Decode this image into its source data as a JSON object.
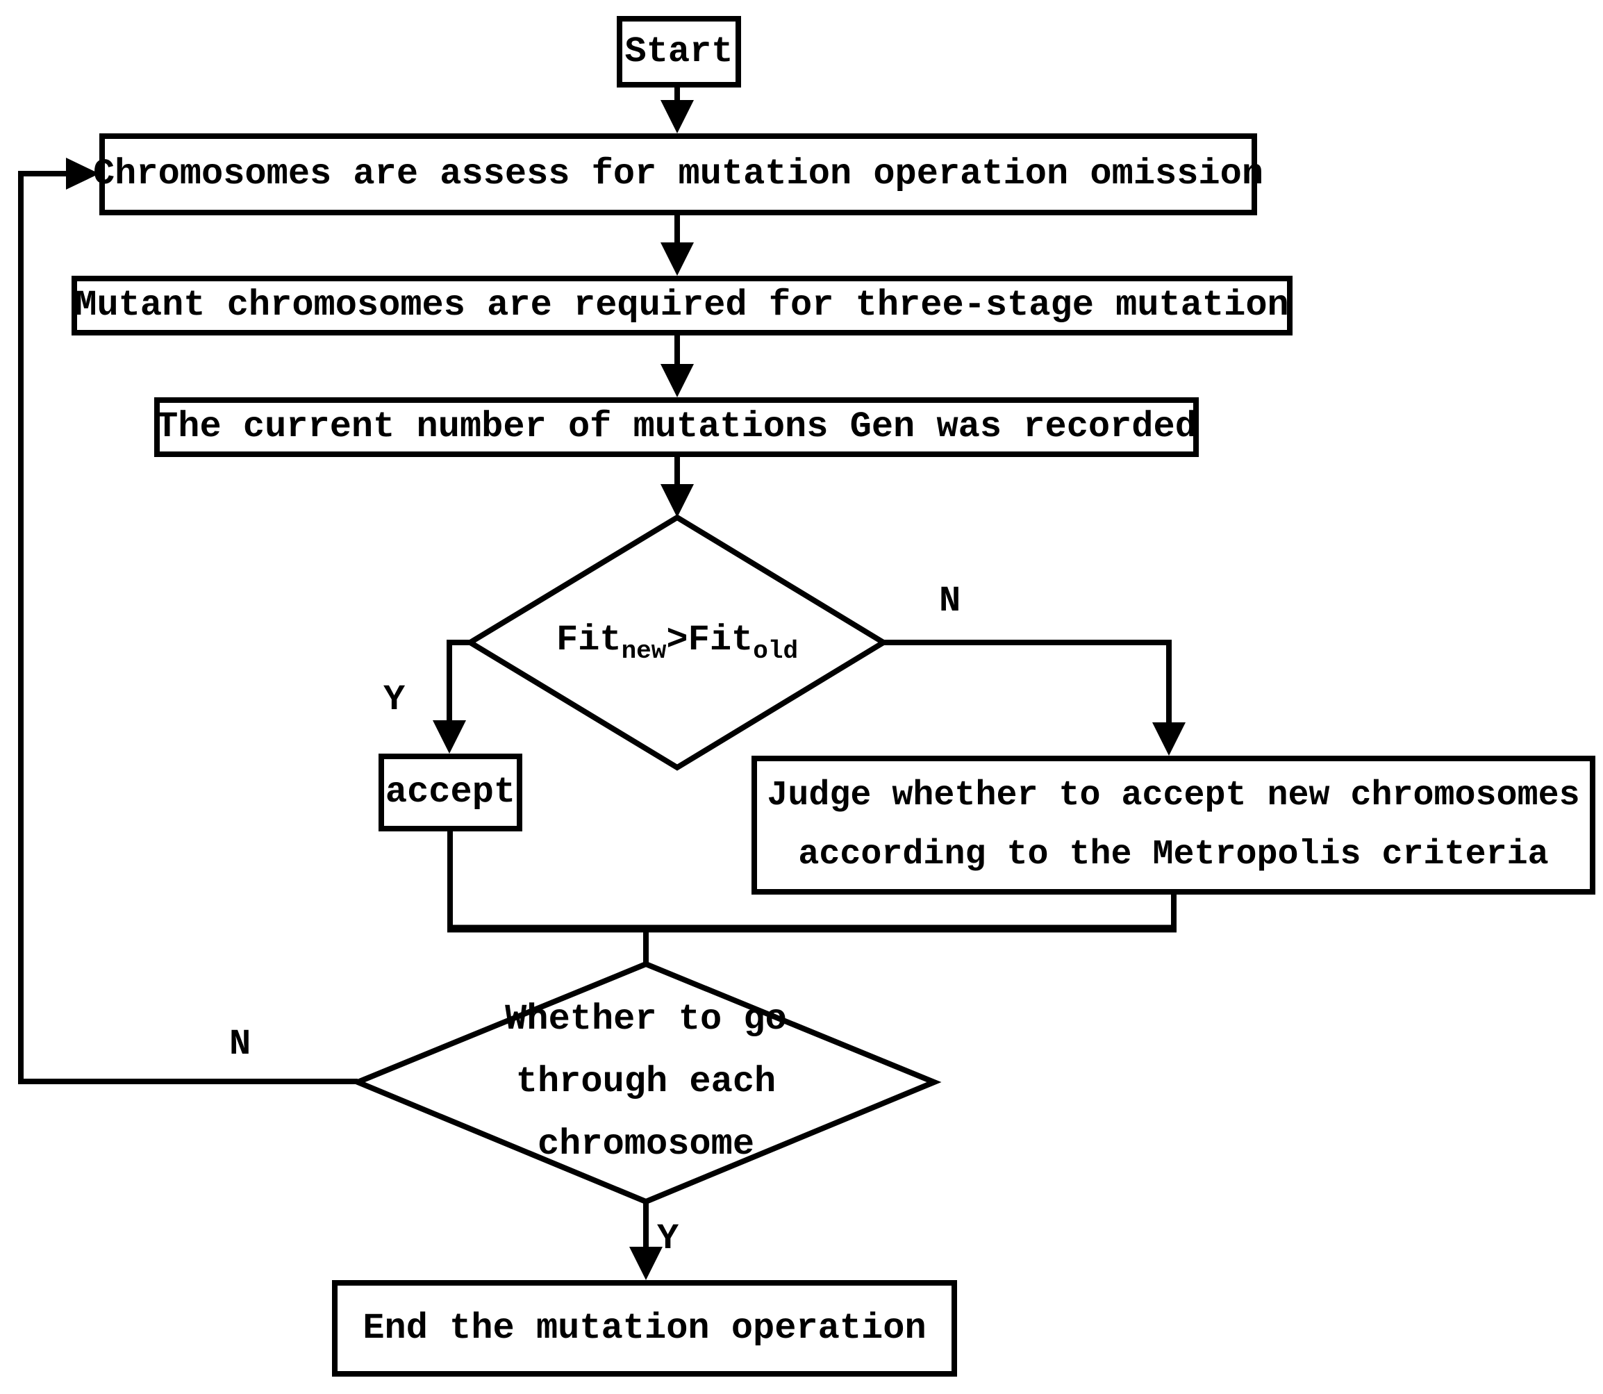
{
  "flowchart": {
    "nodes": {
      "start": "Start",
      "assess": "Chromosomes are assess for mutation operation omission",
      "mutant": "Mutant chromosomes are required for three-stage mutation",
      "record": "The current number of mutations Gen was recorded",
      "fit_decision": {
        "base1": "Fit",
        "sub1": "new",
        "op": ">",
        "base2": "Fit",
        "sub2": "old"
      },
      "accept": "accept",
      "metropolis": {
        "line1": "Judge whether to accept new chromosomes",
        "line2": "according to the Metropolis criteria"
      },
      "loop_decision": {
        "line1": "Whether to go",
        "line2": "through each",
        "line3": "chromosome"
      },
      "end": "End the mutation operation"
    },
    "edge_labels": {
      "fit_yes": "Y",
      "fit_no": "N",
      "loop_yes": "Y",
      "loop_no": "N"
    },
    "colors": {
      "stroke": "#000000",
      "background": "#ffffff"
    }
  }
}
